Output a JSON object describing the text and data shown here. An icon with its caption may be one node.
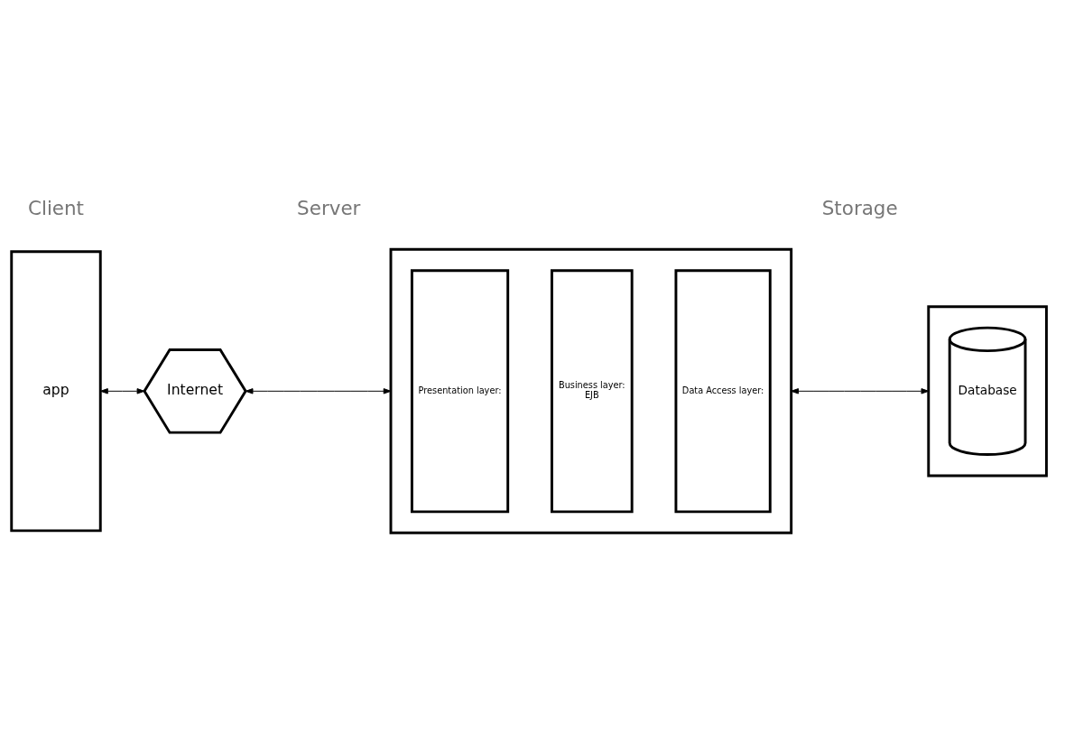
{
  "diagram": {
    "nodes": [
      {
        "text": [
          "app"
        ]
      },
      {
        "text": [
          "Internet"
        ]
      },
      {
        "text": [],
        "shape": "box"
      },
      {
        "text": [
          "Presentation layer:"
        ],
        "in": 2
      },
      {
        "text": [
          "Business layer:",
          "EJB"
        ],
        "in": 2
      },
      {
        "text": [
          "Data Access layer:"
        ],
        "in": 2
      },
      {
        "text": [],
        "shape": "box"
      },
      {
        "text": [
          "Database"
        ],
        "in": 6
      }
    ],
    "edges": [
      {
        "from": 0,
        "to": 1,
        "arrow": "both"
      },
      {
        "from": 1,
        "to": 2,
        "arrow": "both"
      },
      {
        "from": 2,
        "to": 6,
        "arrow": "both"
      }
    ],
    "labels": [
      "Client",
      "Server",
      "Storage"
    ]
  }
}
